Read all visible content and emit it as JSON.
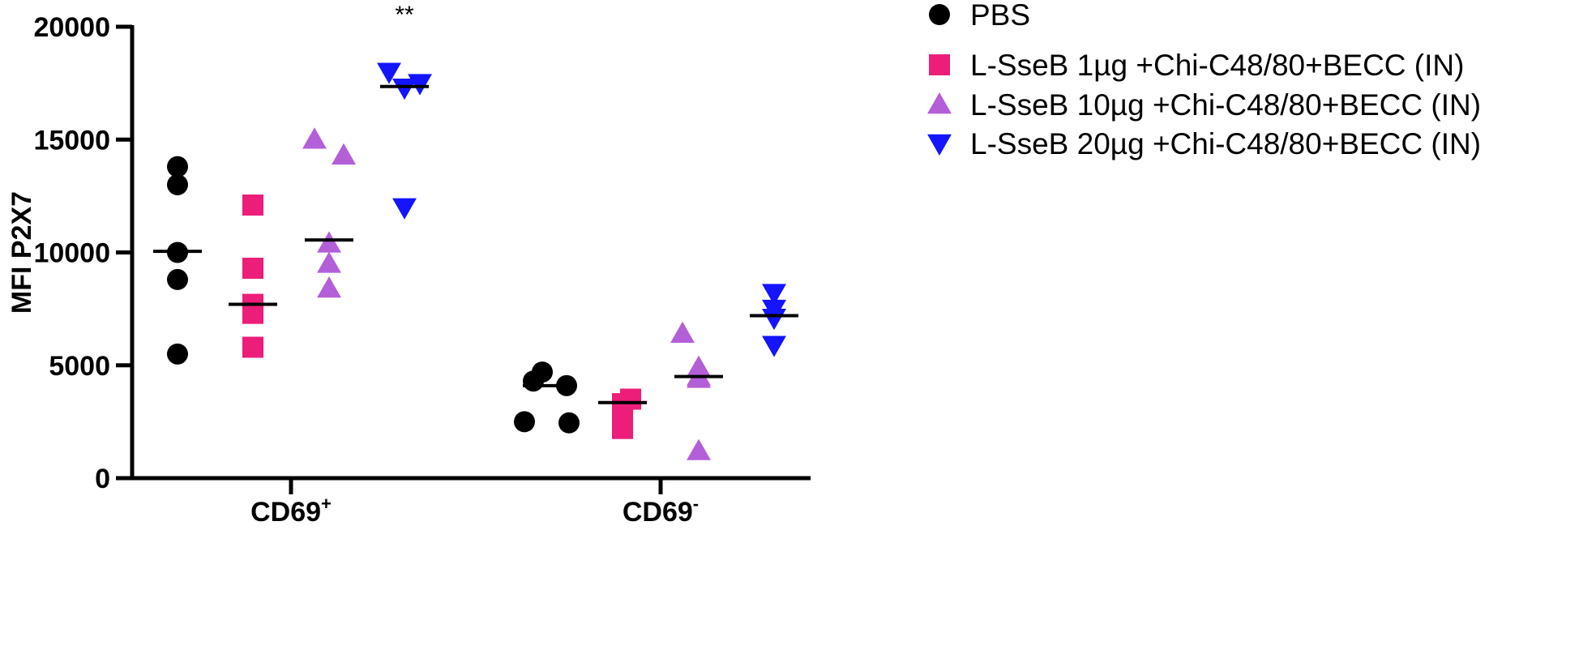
{
  "chart_data": {
    "type": "scatter",
    "ylabel": "MFI P2X7",
    "ylim": [
      0,
      20000
    ],
    "yticks": [
      0,
      5000,
      10000,
      15000,
      20000
    ],
    "categories": [
      {
        "main": "CD69",
        "sup": "+"
      },
      {
        "main": "CD69",
        "sup": "-"
      }
    ],
    "annotations": [
      {
        "text": "**",
        "category_index": 0,
        "series_index": 3
      }
    ],
    "series": [
      {
        "name": "PBS",
        "marker": "circle",
        "color": "#000000",
        "values": [
          [
            13800,
            13000,
            10000,
            8800,
            5500
          ],
          [
            4700,
            4300,
            4100,
            2500,
            2450
          ]
        ],
        "medians": [
          10050,
          4100
        ]
      },
      {
        "name": "L-SseB 1µg +Chi-C48/80+BECC (IN)",
        "marker": "square",
        "color": "#ec1e79",
        "values": [
          [
            12100,
            9300,
            7700,
            7300,
            5800
          ],
          [
            3500,
            3300,
            3100,
            2500,
            2200
          ]
        ],
        "medians": [
          7700,
          3350
        ]
      },
      {
        "name": "L-SseB 10µg +Chi-C48/80+BECC (IN)",
        "marker": "triangle-up",
        "color": "#b35fd8",
        "values": [
          [
            15000,
            14300,
            10400,
            9500,
            8400
          ],
          [
            6400,
            4900,
            4500,
            4400,
            1200
          ]
        ],
        "medians": [
          10550,
          4500
        ]
      },
      {
        "name": "L-SseB 20µg +Chi-C48/80+BECC (IN)",
        "marker": "triangle-down",
        "color": "#1414ff",
        "values": [
          [
            18000,
            17500,
            17300,
            12000
          ],
          [
            8200,
            7500,
            7100,
            5900
          ]
        ],
        "medians": [
          17350,
          7200
        ]
      }
    ]
  }
}
